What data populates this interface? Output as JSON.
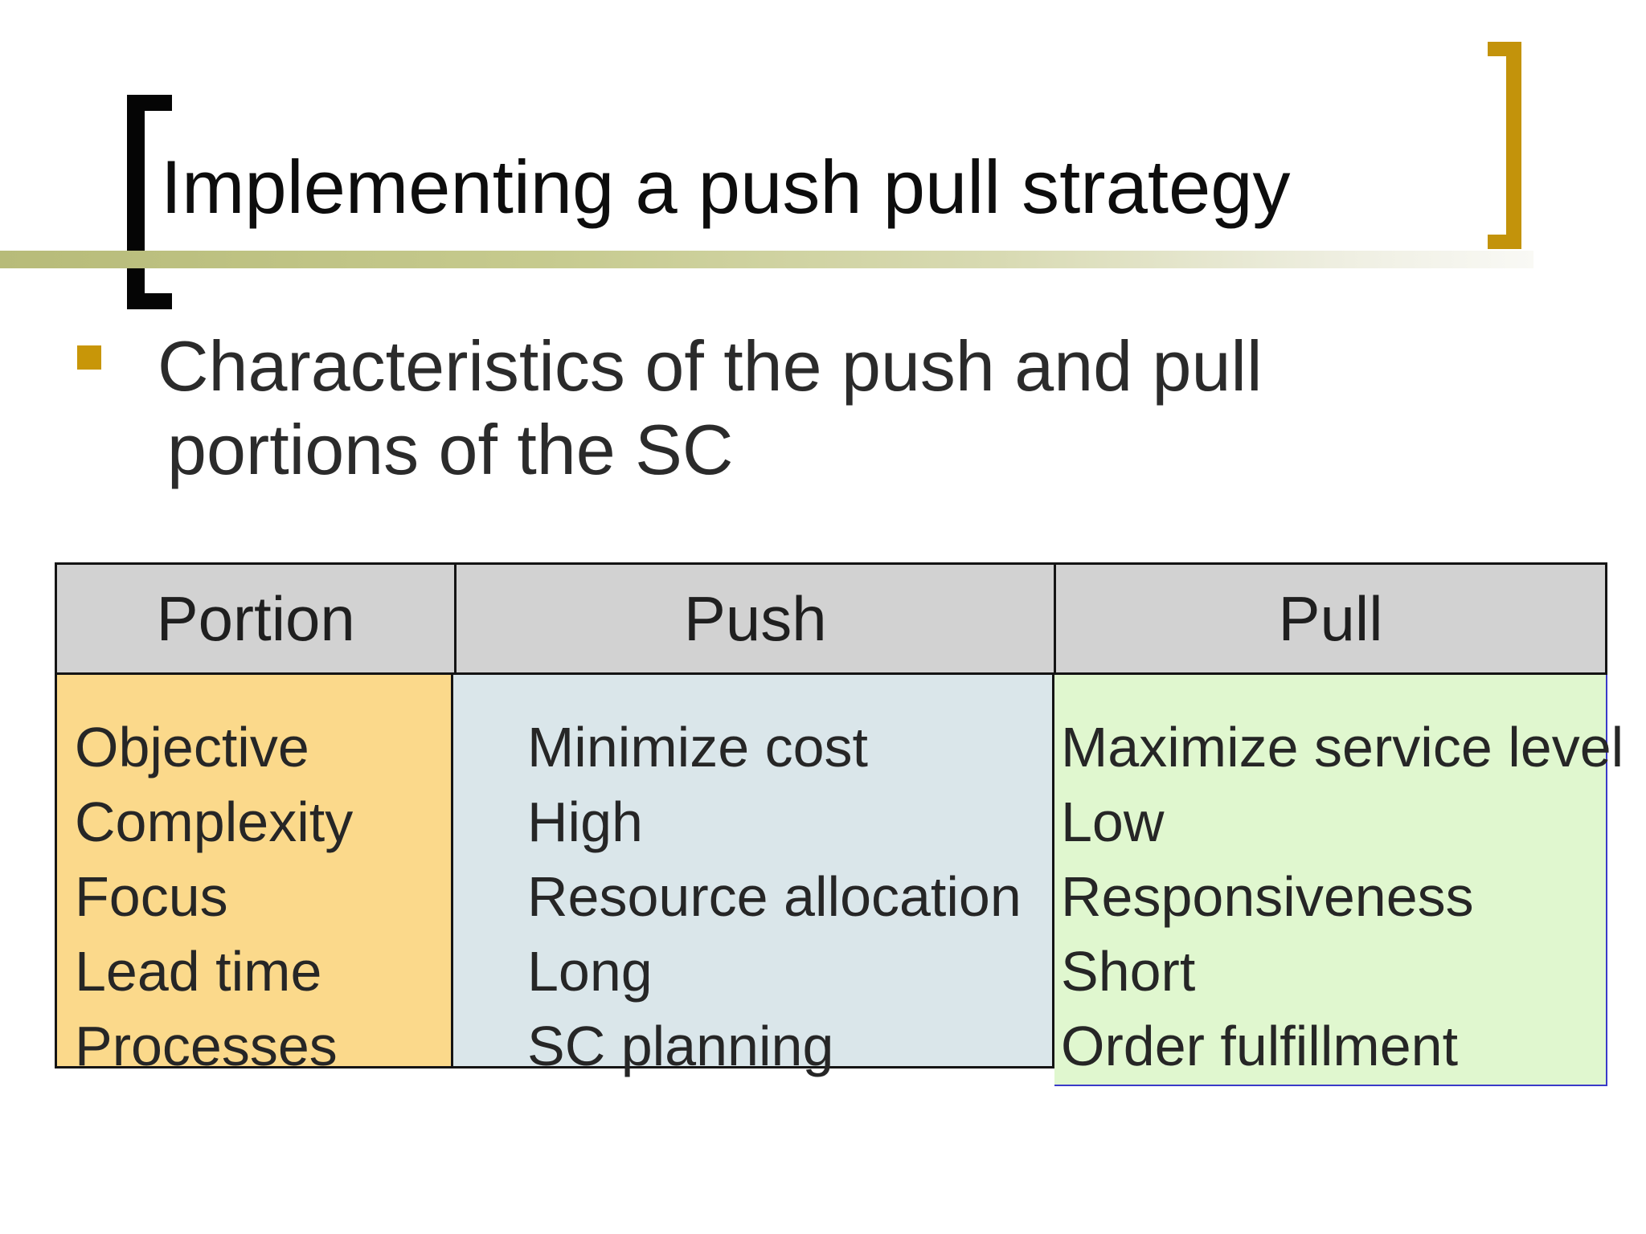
{
  "slide": {
    "title": "Implementing a push pull strategy",
    "bullet": {
      "line1": "Characteristics of the push and pull",
      "line2": "portions of the SC"
    },
    "table": {
      "headers": [
        "Portion",
        "Push",
        "Pull"
      ],
      "rows": [
        {
          "portion": "Objective",
          "push": "Minimize cost",
          "pull": "Maximize service level"
        },
        {
          "portion": "Complexity",
          "push": "High",
          "pull": "Low"
        },
        {
          "portion": "Focus",
          "push": "Resource allocation",
          "pull": "Responsiveness"
        },
        {
          "portion": "Lead time",
          "push": "Long",
          "pull": "Short"
        },
        {
          "portion": "Processes",
          "push": "SC planning",
          "pull": "Order fulfillment"
        }
      ]
    },
    "colors": {
      "bracket_left": "#050505",
      "bracket_right_gold": "#c3930b",
      "rule_khaki": "#b7bb79",
      "bullet_gold": "#c89608",
      "header_bg": "#d2d2d2",
      "portion_col_bg": "#fbd98b",
      "push_col_bg": "#dae6ea",
      "pull_col_bg": "#e0f7cf",
      "pull_col_border": "#3a3ac8",
      "table_border": "#141414"
    }
  }
}
